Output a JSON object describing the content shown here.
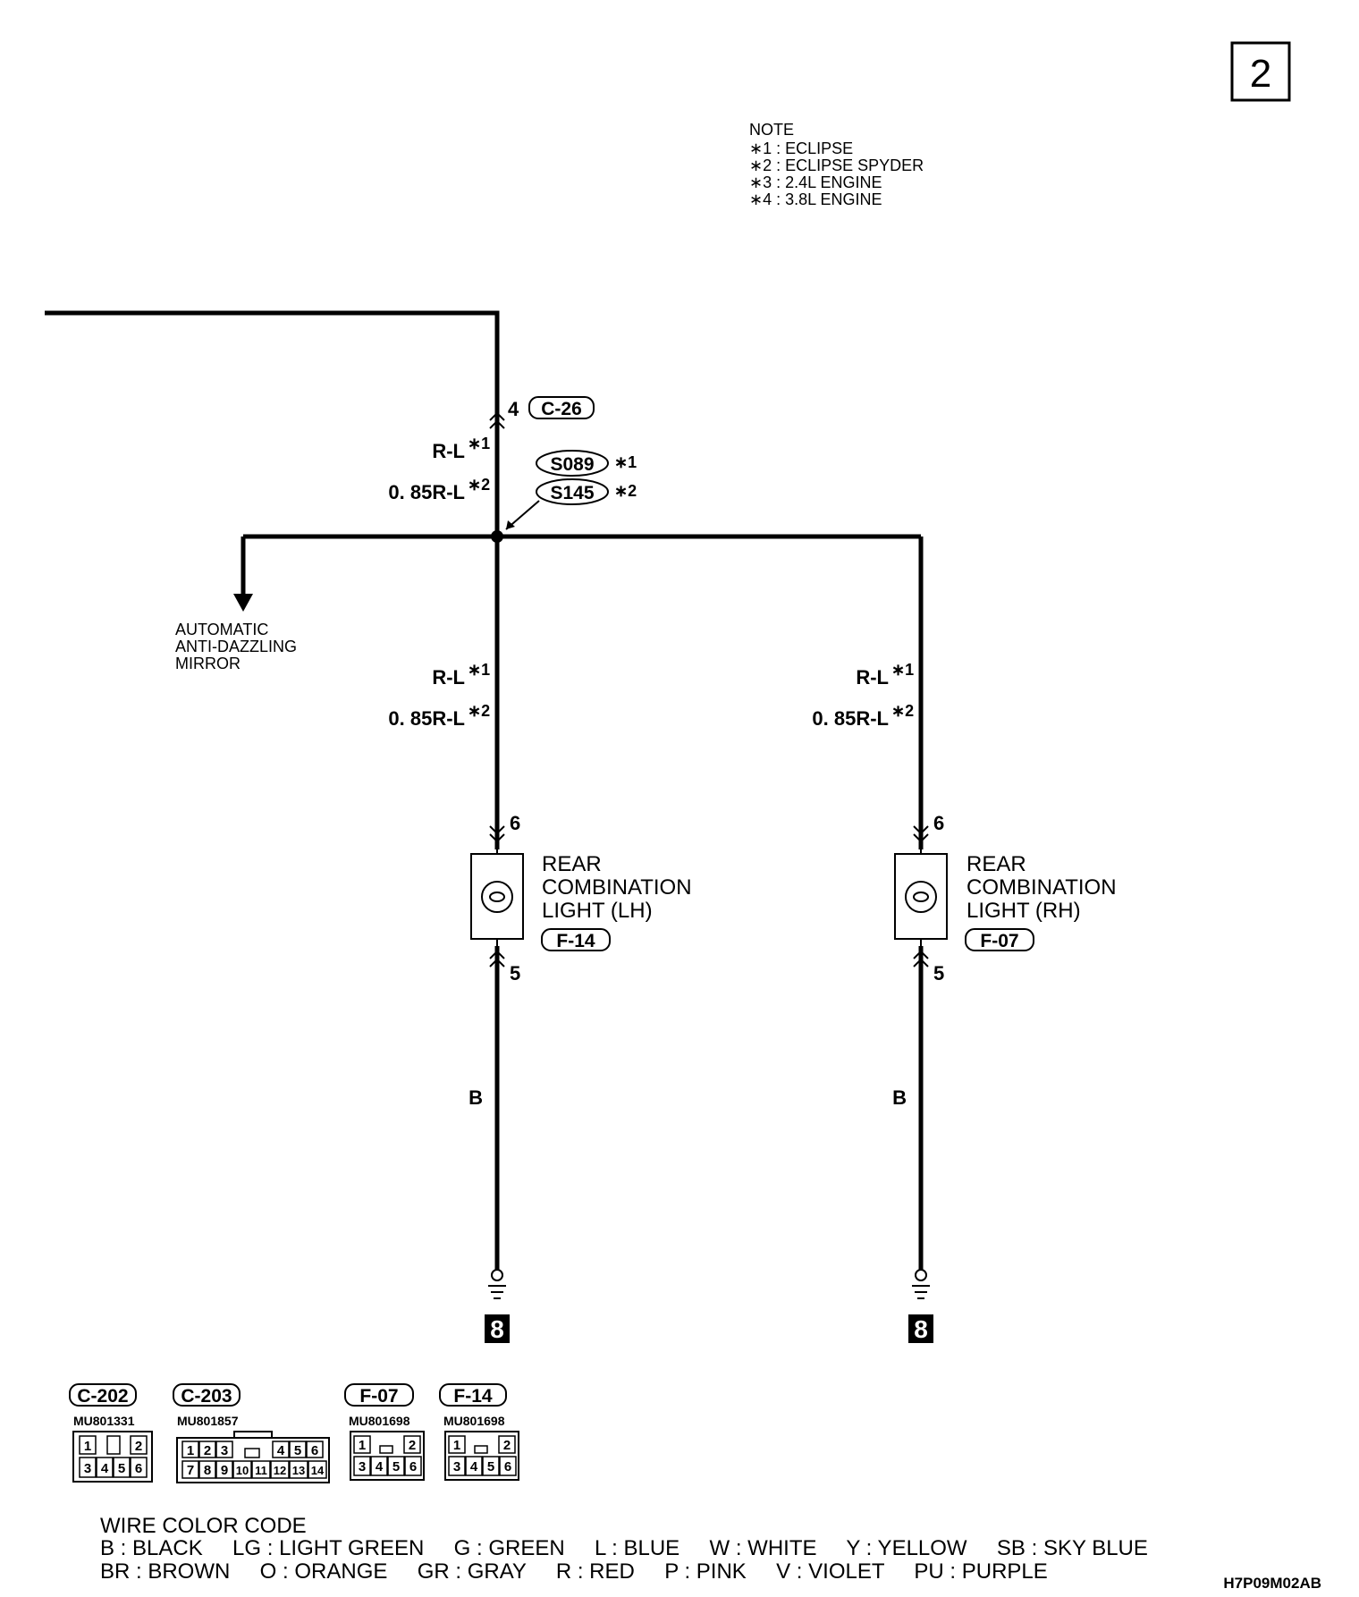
{
  "page_number": "2",
  "note": {
    "title": "NOTE",
    "items": [
      "∗1 : ECLIPSE",
      "∗2 : ECLIPSE SPYDER",
      "∗3 : 2.4L ENGINE",
      "∗4 : 3.8L ENGINE"
    ]
  },
  "top_connector": {
    "pin": "4",
    "id": "C-26"
  },
  "splice": {
    "s1": "S089",
    "s1_note": "∗1",
    "s2": "S145",
    "s2_note": "∗2"
  },
  "wire_labels": {
    "rl": "R-L",
    "rl_note": "∗1",
    "rl085": "0. 85R-L",
    "rl085_note": "∗2",
    "b": "B"
  },
  "mirror": {
    "line1": "AUTOMATIC",
    "line2": "ANTI-DAZZLING",
    "line3": "MIRROR"
  },
  "light_lh": {
    "line1": "REAR",
    "line2": "COMBINATION",
    "line3": "LIGHT (LH)",
    "connector": "F-14",
    "pin_top": "6",
    "pin_bottom": "5"
  },
  "light_rh": {
    "line1": "REAR",
    "line2": "COMBINATION",
    "line3": "LIGHT (RH)",
    "connector": "F-07",
    "pin_top": "6",
    "pin_bottom": "5"
  },
  "ground_ref": "8",
  "connectors": [
    {
      "id": "C-202",
      "part": "MU801331",
      "rows": [
        [
          "1",
          "",
          "2"
        ],
        [
          "3",
          "4",
          "5",
          "6"
        ]
      ]
    },
    {
      "id": "C-203",
      "part": "MU801857",
      "rows": [
        [
          "1",
          "2",
          "3",
          "",
          "4",
          "5",
          "6"
        ],
        [
          "7",
          "8",
          "9",
          "10",
          "11",
          "12",
          "13",
          "14"
        ]
      ]
    },
    {
      "id": "F-07",
      "part": "MU801698",
      "rows": [
        [
          "1",
          "",
          "2"
        ],
        [
          "3",
          "4",
          "5",
          "6"
        ]
      ]
    },
    {
      "id": "F-14",
      "part": "MU801698",
      "rows": [
        [
          "1",
          "",
          "2"
        ],
        [
          "3",
          "4",
          "5",
          "6"
        ]
      ]
    }
  ],
  "wire_color_code": {
    "title": "WIRE COLOR CODE",
    "line1": "B : BLACK     LG : LIGHT GREEN     G : GREEN     L : BLUE     W : WHITE     Y : YELLOW     SB : SKY BLUE",
    "line2": "BR : BROWN     O : ORANGE     GR : GRAY     R : RED     P : PINK     V : VIOLET     PU : PURPLE"
  },
  "figure_code": "H7P09M02AB"
}
